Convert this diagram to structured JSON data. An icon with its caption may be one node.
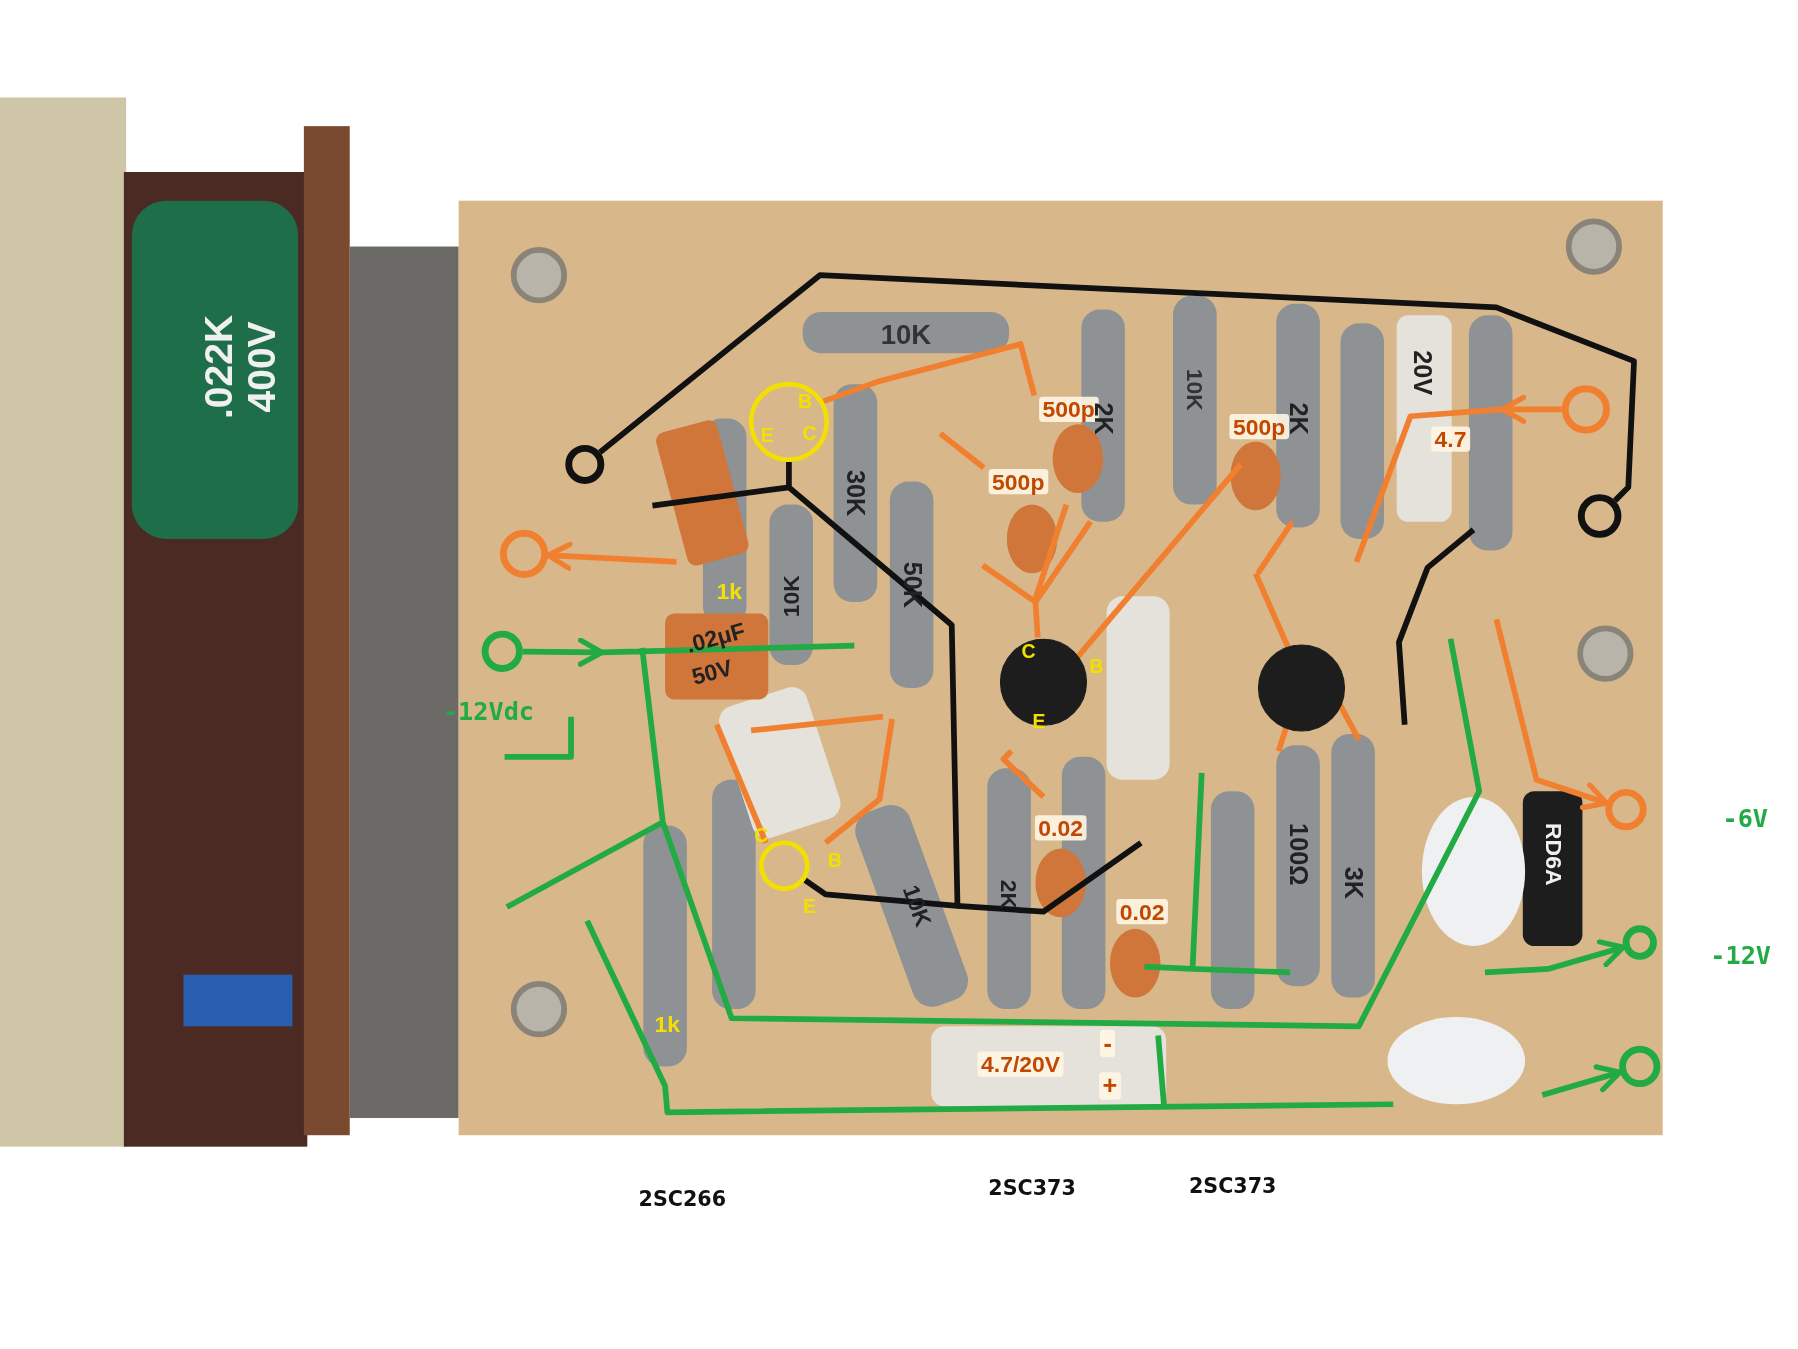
{
  "diagram": {
    "nodes": [
      {
        "text": [
          "B",
          "E",
          "C"
        ]
      },
      {
        "text": [],
        "shape": "circle"
      },
      {
        "text": [],
        "shape": "circle"
      },
      {
        "text": [],
        "shape": "circle"
      },
      {
        "text": [],
        "shape": "circle"
      },
      {
        "text": [],
        "shape": "circle",
        "beside": [
          "-12Vdc"
        ]
      },
      {
        "text": [
          "C",
          "B",
          "E"
        ]
      },
      {
        "text": [],
        "shape": "circle"
      },
      {
        "text": [],
        "shape": "circle",
        "beside": [
          "-6V"
        ]
      },
      {
        "text": [
          "C",
          "B",
          "E"
        ]
      },
      {
        "text": [],
        "shape": "circle",
        "beside": [
          "-12V"
        ]
      },
      {
        "text": [],
        "shape": "circle"
      }
    ],
    "edges": [
      {
        "from": 1,
        "to": 3,
        "arrow": "none",
        "color": "#111111"
      },
      {
        "from": 0,
        "to": 9,
        "arrow": "none",
        "color": "#111111"
      },
      {
        "from": null,
        "to": 4,
        "arrow": "to",
        "color": "#f08030"
      },
      {
        "from": 5,
        "to": null,
        "arrow": "to",
        "color": "#22aa44"
      },
      {
        "from": 2,
        "to": null,
        "arrow": "to",
        "color": "#f08030"
      },
      {
        "from": null,
        "to": 8,
        "arrow": "to",
        "color": "#f08030"
      },
      {
        "from": null,
        "to": 10,
        "arrow": "to",
        "color": "#22aa44"
      },
      {
        "from": null,
        "to": 11,
        "arrow": "to",
        "color": "#22aa44"
      }
    ],
    "labels": [
      "10K",
      ".022K",
      "400V",
      "20V",
      "10K",
      "500p",
      "2K",
      "2K",
      "500p",
      "4.7",
      "500p",
      "30K",
      "50K",
      "1k",
      "10K",
      ".02μF",
      "50V",
      "0.02",
      "RD6A",
      "100Ω",
      "3K",
      "2K",
      "10K",
      "0.02",
      "1k",
      "-",
      "4.7/20V",
      "+",
      "2SC266",
      "2SC373",
      "2SC373"
    ]
  }
}
